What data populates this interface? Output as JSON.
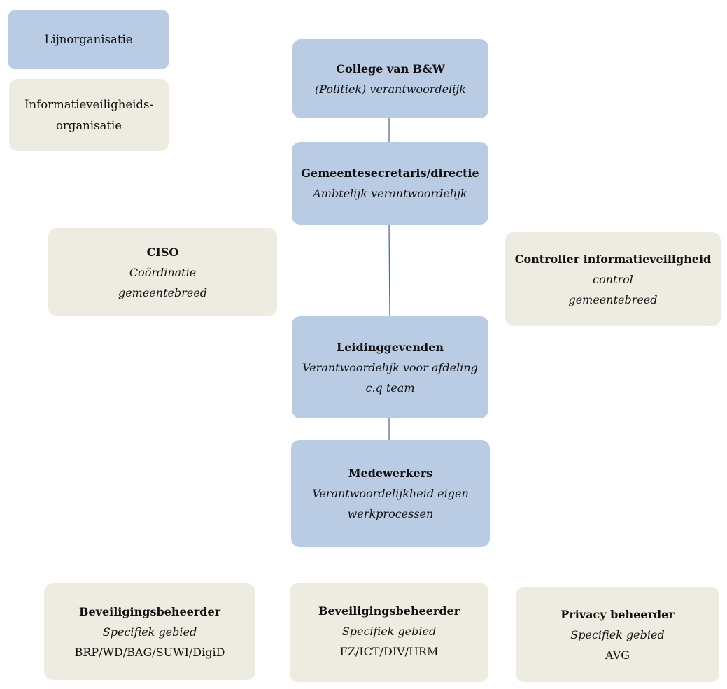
{
  "colors": {
    "line_org": "#b9cce4",
    "security_org": "#eeebe0",
    "connector": "#4a6f95"
  },
  "legend": {
    "line_org": "Lijnorganisatie",
    "security_org_line1": "Informatieveiligheids-",
    "security_org_line2": "organisatie"
  },
  "line_org": {
    "college": {
      "title": "College van B&W",
      "sub": "(Politiek) verantwoordelijk"
    },
    "secretaris": {
      "title": "Gemeentesecretaris/directie",
      "sub": "Ambtelijk verantwoordelijk"
    },
    "leidinggevenden": {
      "title": "Leidinggevenden",
      "sub1": "Verantwoordelijk voor afdeling",
      "sub2": "c.q team"
    },
    "medewerkers": {
      "title": "Medewerkers",
      "sub1": "Verantwoordelijkheid eigen",
      "sub2": "werkprocessen"
    }
  },
  "security_org": {
    "ciso": {
      "title": "CISO",
      "sub1": "Coördinatie",
      "sub2": "gemeentebreed"
    },
    "controller": {
      "title": "Controller informatieveiligheid",
      "sub1": "control",
      "sub2": "gemeentebreed"
    },
    "beheerder1": {
      "title": "Beveiligingsbeheerder",
      "sub": "Specifiek gebied",
      "area": "BRP/WD/BAG/SUWI/DigiD"
    },
    "beheerder2": {
      "title": "Beveiligingsbeheerder",
      "sub": "Specifiek gebied",
      "area": "FZ/ICT/DIV/HRM"
    },
    "privacy": {
      "title": "Privacy beheerder",
      "sub": "Specifiek gebied",
      "area": "AVG"
    }
  }
}
